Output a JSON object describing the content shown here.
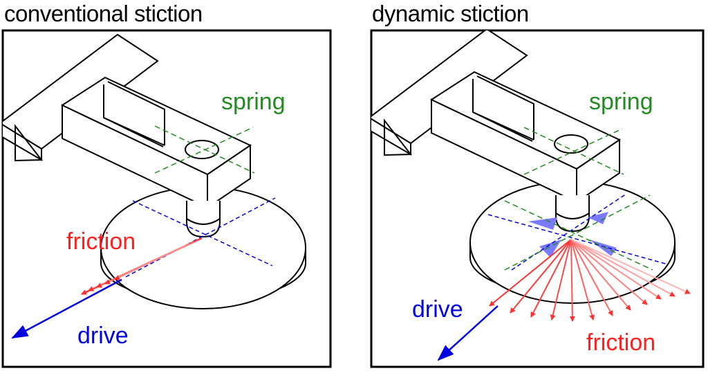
{
  "panels": {
    "left": {
      "title": "conventional stiction",
      "labels": {
        "spring": "spring",
        "friction": "friction",
        "drive": "drive"
      }
    },
    "right": {
      "title": "dynamic stiction",
      "labels": {
        "spring": "spring",
        "friction": "friction",
        "drive": "drive"
      }
    }
  },
  "colors": {
    "spring": "#228b22",
    "friction": "#ff2020",
    "drive": "#0000e0",
    "contact_patch": "#7b7bff",
    "outline": "#000000"
  }
}
